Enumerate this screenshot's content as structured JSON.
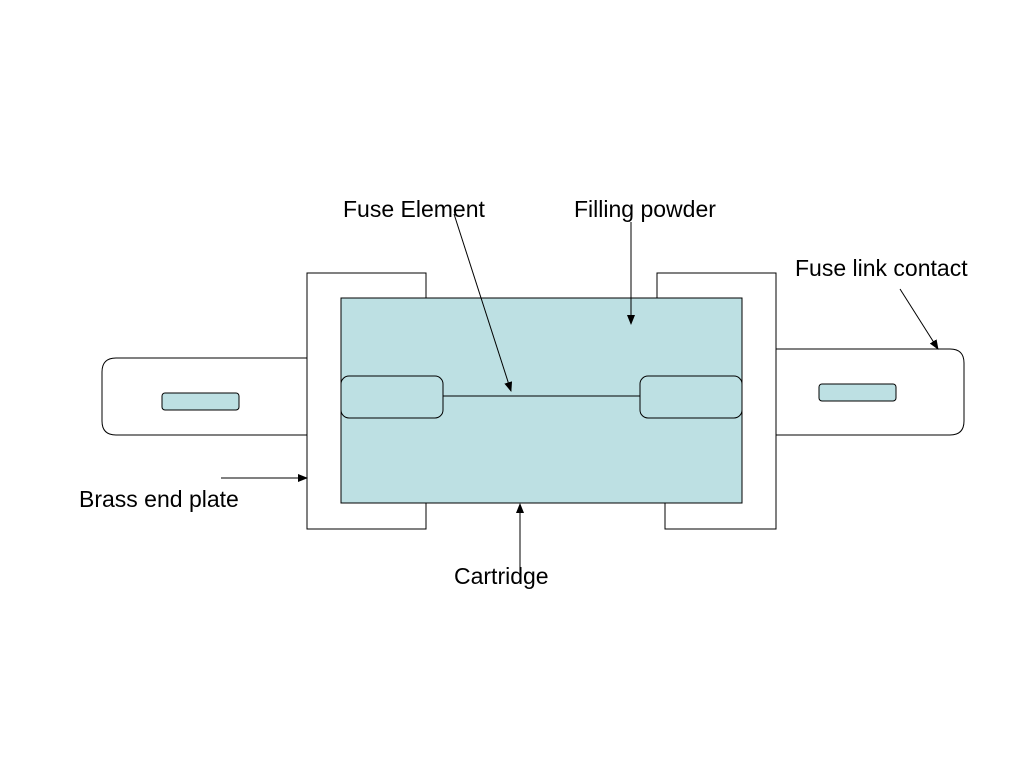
{
  "diagram": {
    "labels": {
      "fuse_element": "Fuse Element",
      "filling_powder": "Filling powder",
      "fuse_link_contact": "Fuse link contact",
      "brass_end_plate": "Brass end plate",
      "cartridge": "Cartridge"
    },
    "colors": {
      "fill": "#bde0e3",
      "stroke": "#000000",
      "background": "#ffffff"
    }
  }
}
